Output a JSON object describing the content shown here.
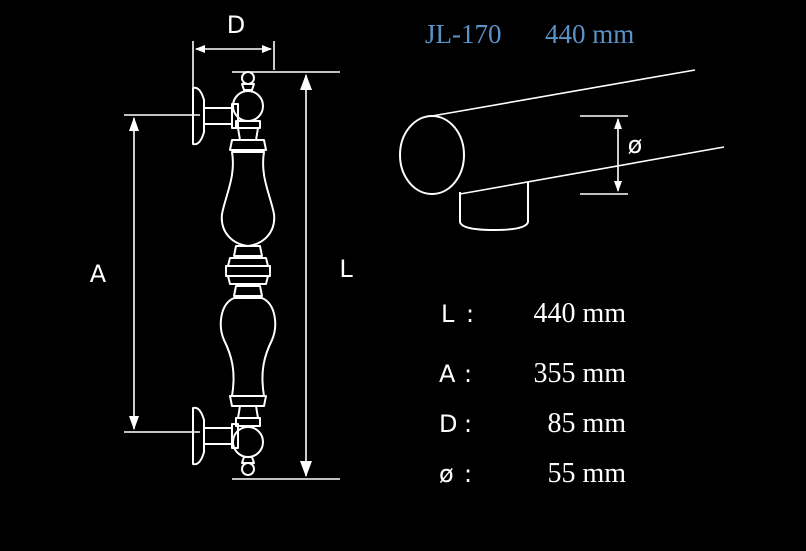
{
  "header": {
    "model": "JL-170",
    "length_label": "440 mm"
  },
  "drawing_labels": {
    "depth": "D",
    "length": "L",
    "center": "A",
    "diameter": "ø"
  },
  "specs": [
    {
      "key": "L",
      "colon": ":",
      "value": "440 mm"
    },
    {
      "key": "A",
      "colon": ":",
      "value": "355 mm"
    },
    {
      "key": "D",
      "colon": ":",
      "value": "85 mm"
    },
    {
      "key": "ø",
      "colon": ":",
      "value": "55 mm"
    }
  ],
  "colors": {
    "background": "#000000",
    "lines": "#ffffff",
    "title": "#5a93c7"
  }
}
